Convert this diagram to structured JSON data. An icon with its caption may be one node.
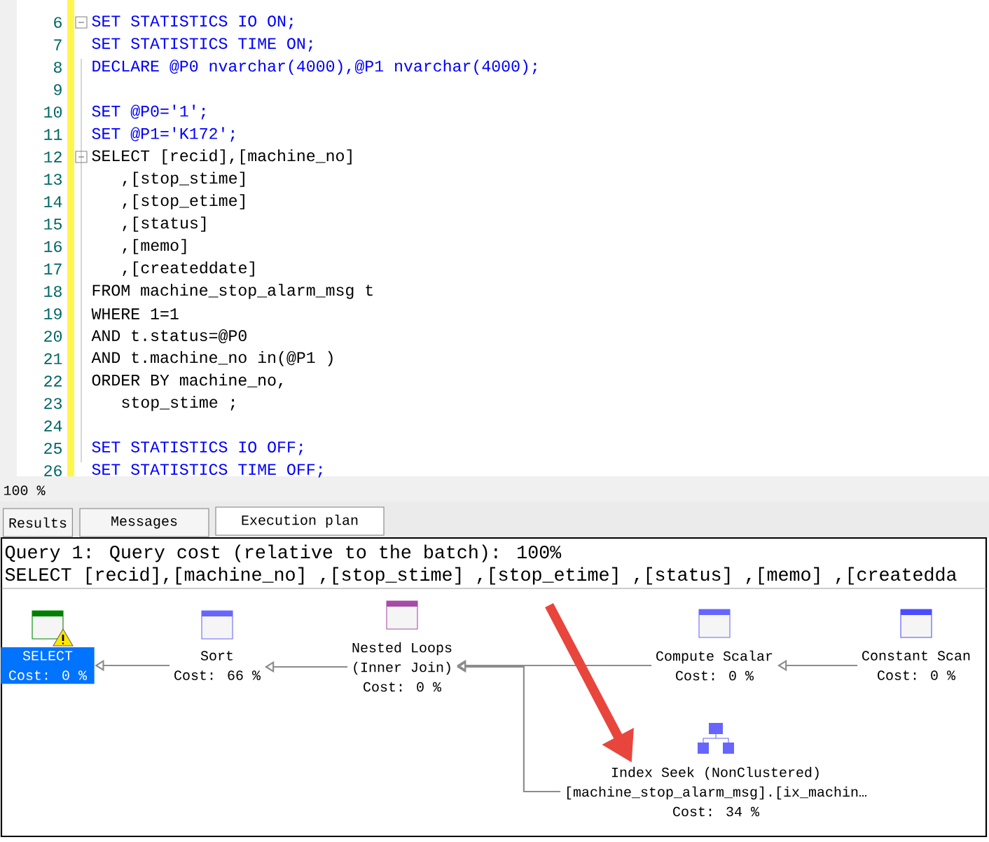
{
  "diagram": {
    "nodes": [
      {
        "text": [
          "SELECT",
          "Cost: 0 %"
        ]
      },
      {
        "text": [
          "Sort",
          "Cost: 66 %"
        ]
      },
      {
        "text": [
          "Nested Loops",
          "(Inner Join)",
          "Cost: 0 %"
        ]
      },
      {
        "text": [
          "Compute Scalar",
          "Cost: 0 %"
        ]
      },
      {
        "text": [
          "Constant Scan",
          "Cost: 0 %"
        ]
      },
      {
        "text": [
          "Index Seek (NonClustered)",
          "[machine_stop_alarm_msg].[ix_machin…",
          "Cost: 34 %"
        ]
      }
    ],
    "edges": [
      {
        "from": 1,
        "to": 0,
        "arrow": "to"
      },
      {
        "from": 2,
        "to": 1,
        "arrow": "to"
      },
      {
        "from": 3,
        "to": 2,
        "arrow": "to"
      },
      {
        "from": 4,
        "to": 3,
        "arrow": "to"
      },
      {
        "from": 5,
        "to": 2,
        "arrow": "to"
      },
      {
        "from": null,
        "to": 5,
        "arrow": "to",
        "style": "thick",
        "color": "#e8453c"
      }
    ],
    "labels": [
      "6",
      "SET STATISTICS IO ON;",
      "7",
      "SET STATISTICS TIME ON;",
      "8",
      "DECLARE  @P0 nvarchar(4000),@P1 nvarchar(4000);",
      "9",
      "10",
      "SET @P0='1';",
      "11",
      "SET @P1='K172';",
      "12",
      "SELECT [recid],[machine_no]",
      "13",
      ",[stop_stime]",
      "14",
      ",[stop_etime]",
      "15",
      ",[status]",
      "16",
      ",[memo]",
      "17",
      ",[createddate]",
      "18",
      "FROM machine_stop_alarm_msg t",
      "19",
      "WHERE 1=1",
      "20",
      "AND t.status=@P0",
      "21",
      "AND t.machine_no in(@P1 )",
      "22",
      "ORDER BY machine_no,",
      "23",
      "stop_stime ;",
      "24",
      "25",
      "SET STATISTICS IO OFF;",
      "26",
      "SET STATISTICS TIME OFF;",
      "100 %",
      "Results",
      "Messages",
      "Execution plan",
      "Query 1: Query cost (relative to the batch): 100%",
      "SELECT [recid],[machine_no] ,[stop_stime] ,[stop_etime] ,[status] ,[memo] ,[createdda"
    ]
  }
}
